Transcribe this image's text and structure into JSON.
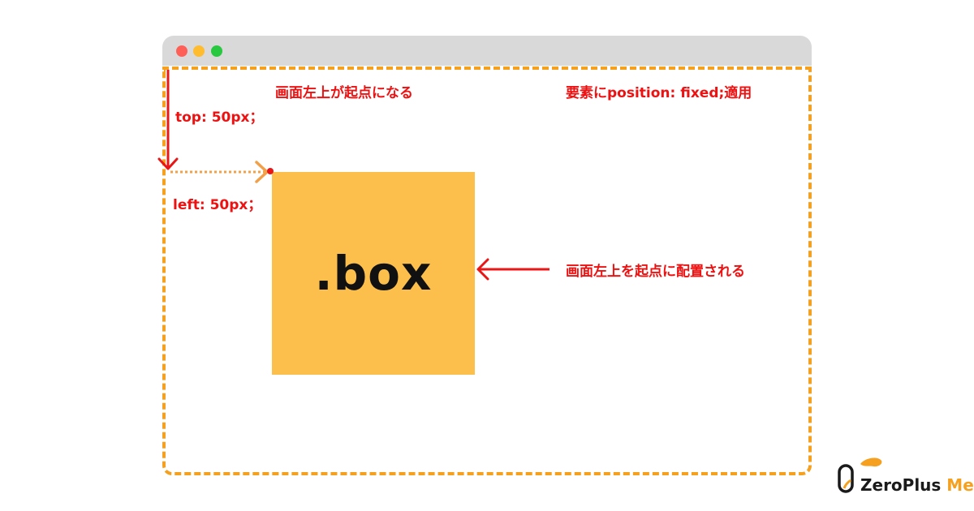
{
  "diagram": {
    "labels": {
      "top_origin": "画面左上が起点になる",
      "applied": "要素にposition: fixed;適用",
      "top_prop": "top: 50px；",
      "left_prop": "left: 50px；",
      "placed": "画面左上を起点に配置される"
    },
    "box_label": ".box"
  },
  "branding": {
    "brand_name": "ZeroPlus",
    "brand_media": "Media"
  },
  "colors": {
    "accent_red": "#ee1111",
    "dashed_orange": "#f5a01e",
    "box_fill": "#fdbf4c",
    "titlebar": "#d9d9d9"
  }
}
